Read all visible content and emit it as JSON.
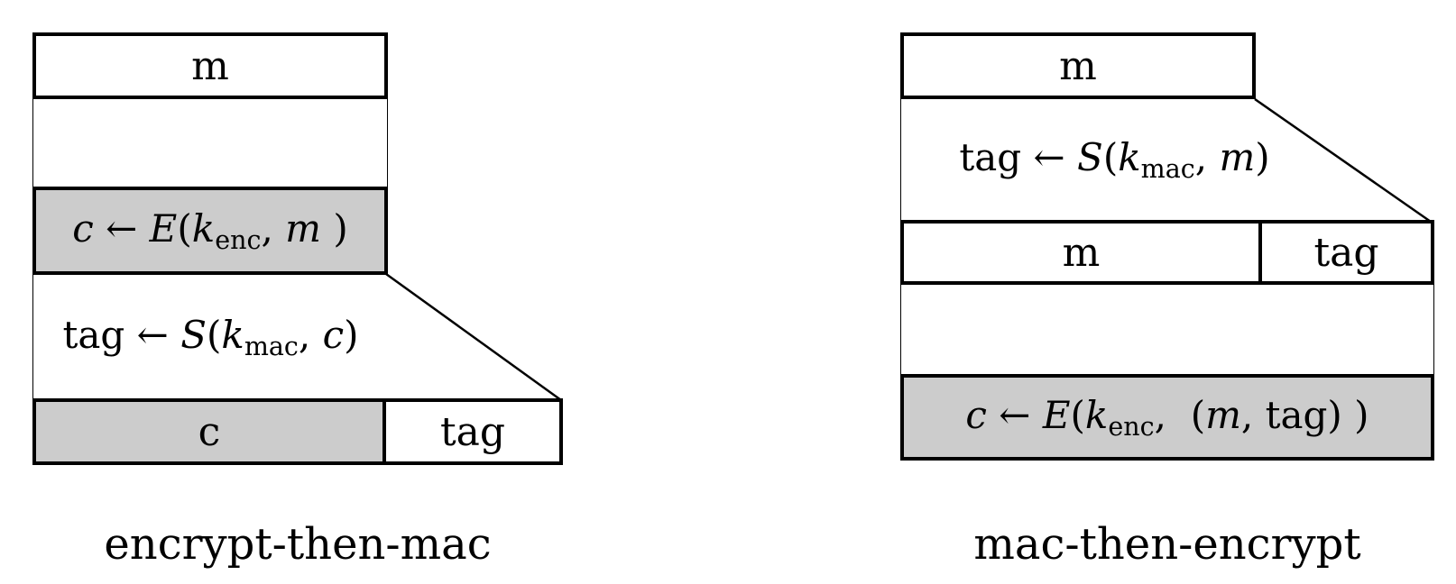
{
  "figures": {
    "left": {
      "caption": "encrypt-then-mac",
      "message_box_label": "m",
      "encrypt_formula": [
        "c",
        " ← ",
        "E",
        "(",
        "k",
        "enc",
        ", ",
        "m",
        " )"
      ],
      "mac_formula": [
        "tag",
        " ← ",
        "S",
        "(",
        "k",
        "mac",
        ", ",
        "c",
        ")"
      ],
      "output_cipher_label": "c",
      "output_tag_label": "tag"
    },
    "right": {
      "caption": "mac-then-encrypt",
      "message_box_label": "m",
      "mac_formula": [
        "tag",
        " ← ",
        "S",
        "(",
        "k",
        "mac",
        ", ",
        "m",
        ")"
      ],
      "row_message_label": "m",
      "row_tag_label": "tag",
      "encrypt_formula": [
        "c",
        " ← ",
        "E",
        "(",
        "k",
        "enc",
        ",  (",
        "m",
        ", tag) )"
      ]
    }
  },
  "colors": {
    "shaded_fill": "#cccccc",
    "line": "#000000",
    "background": "#ffffff"
  }
}
